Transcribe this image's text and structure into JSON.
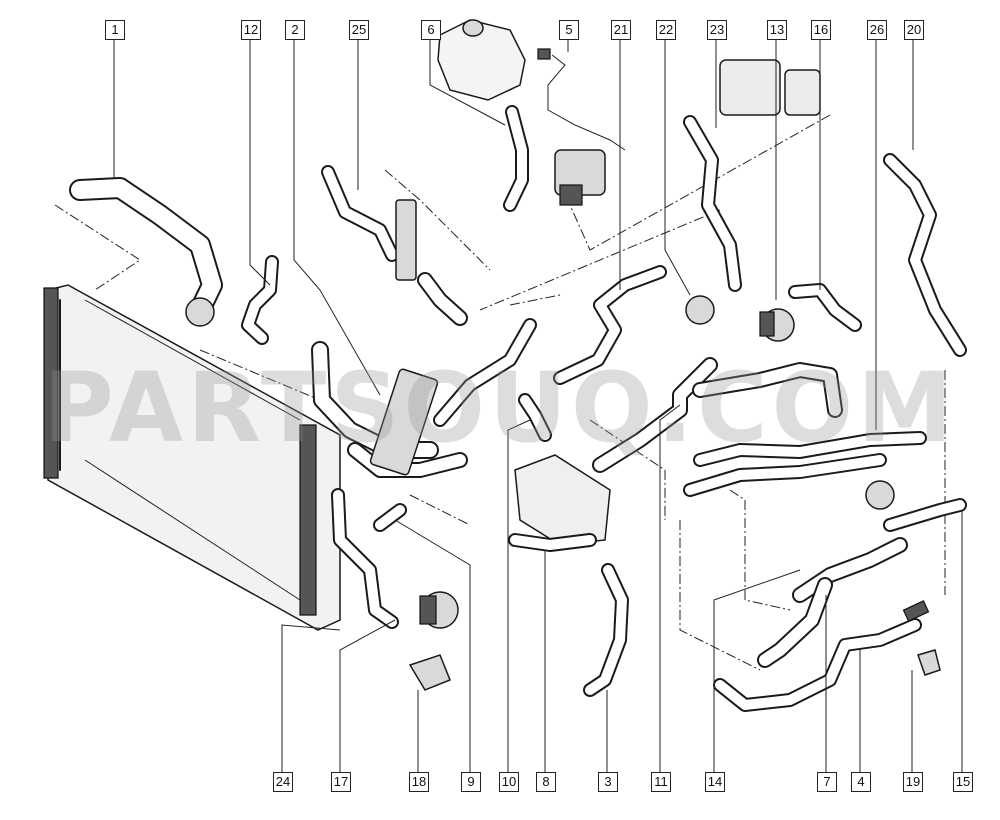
{
  "callouts": [
    {
      "id": "c1",
      "label": "1"
    },
    {
      "id": "c12",
      "label": "12"
    },
    {
      "id": "c2",
      "label": "2"
    },
    {
      "id": "c25",
      "label": "25"
    },
    {
      "id": "c6",
      "label": "6"
    },
    {
      "id": "c5",
      "label": "5"
    },
    {
      "id": "c21",
      "label": "21"
    },
    {
      "id": "c22",
      "label": "22"
    },
    {
      "id": "c23",
      "label": "23"
    },
    {
      "id": "c13",
      "label": "13"
    },
    {
      "id": "c16",
      "label": "16"
    },
    {
      "id": "c26",
      "label": "26"
    },
    {
      "id": "c20",
      "label": "20"
    },
    {
      "id": "c24",
      "label": "24"
    },
    {
      "id": "c17",
      "label": "17"
    },
    {
      "id": "c18",
      "label": "18"
    },
    {
      "id": "c9",
      "label": "9"
    },
    {
      "id": "c10",
      "label": "10"
    },
    {
      "id": "c8",
      "label": "8"
    },
    {
      "id": "c3",
      "label": "3"
    },
    {
      "id": "c11",
      "label": "11"
    },
    {
      "id": "c14",
      "label": "14"
    },
    {
      "id": "c7",
      "label": "7"
    },
    {
      "id": "c4",
      "label": "4"
    },
    {
      "id": "c19",
      "label": "19"
    },
    {
      "id": "c15",
      "label": "15"
    }
  ],
  "watermark": "PARTSOUQ.COM",
  "colors": {
    "line": "#1a1a1a",
    "watermark": "#969696"
  }
}
